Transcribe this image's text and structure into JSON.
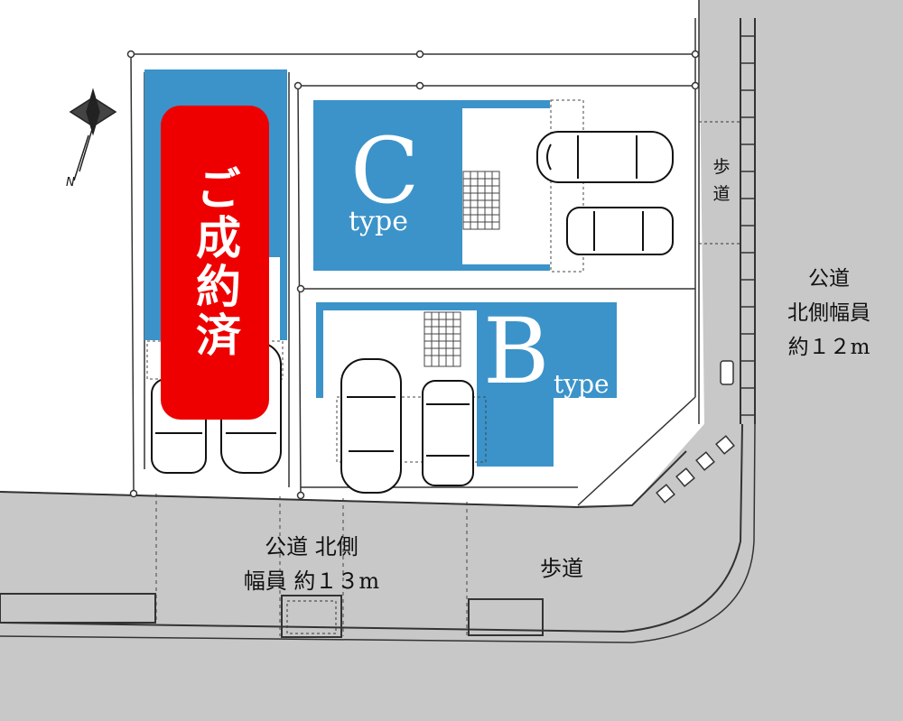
{
  "plot_c": {
    "letter": "C",
    "word": "type"
  },
  "plot_b": {
    "letter": "B",
    "word": "type"
  },
  "sold_label": "ご成約済",
  "north_label": "N",
  "road_north": {
    "line1": "公道 北側",
    "line2": "幅員 約１３m"
  },
  "road_east": {
    "line1": "公道",
    "line2": "北側幅員",
    "line3": "約１２m"
  },
  "sidewalk_south": "歩道",
  "sidewalk_east": "歩道",
  "colors": {
    "plot_blue": "#3b93c9",
    "sold_red": "#ee0000",
    "road_gray": "#c8c8c8"
  }
}
